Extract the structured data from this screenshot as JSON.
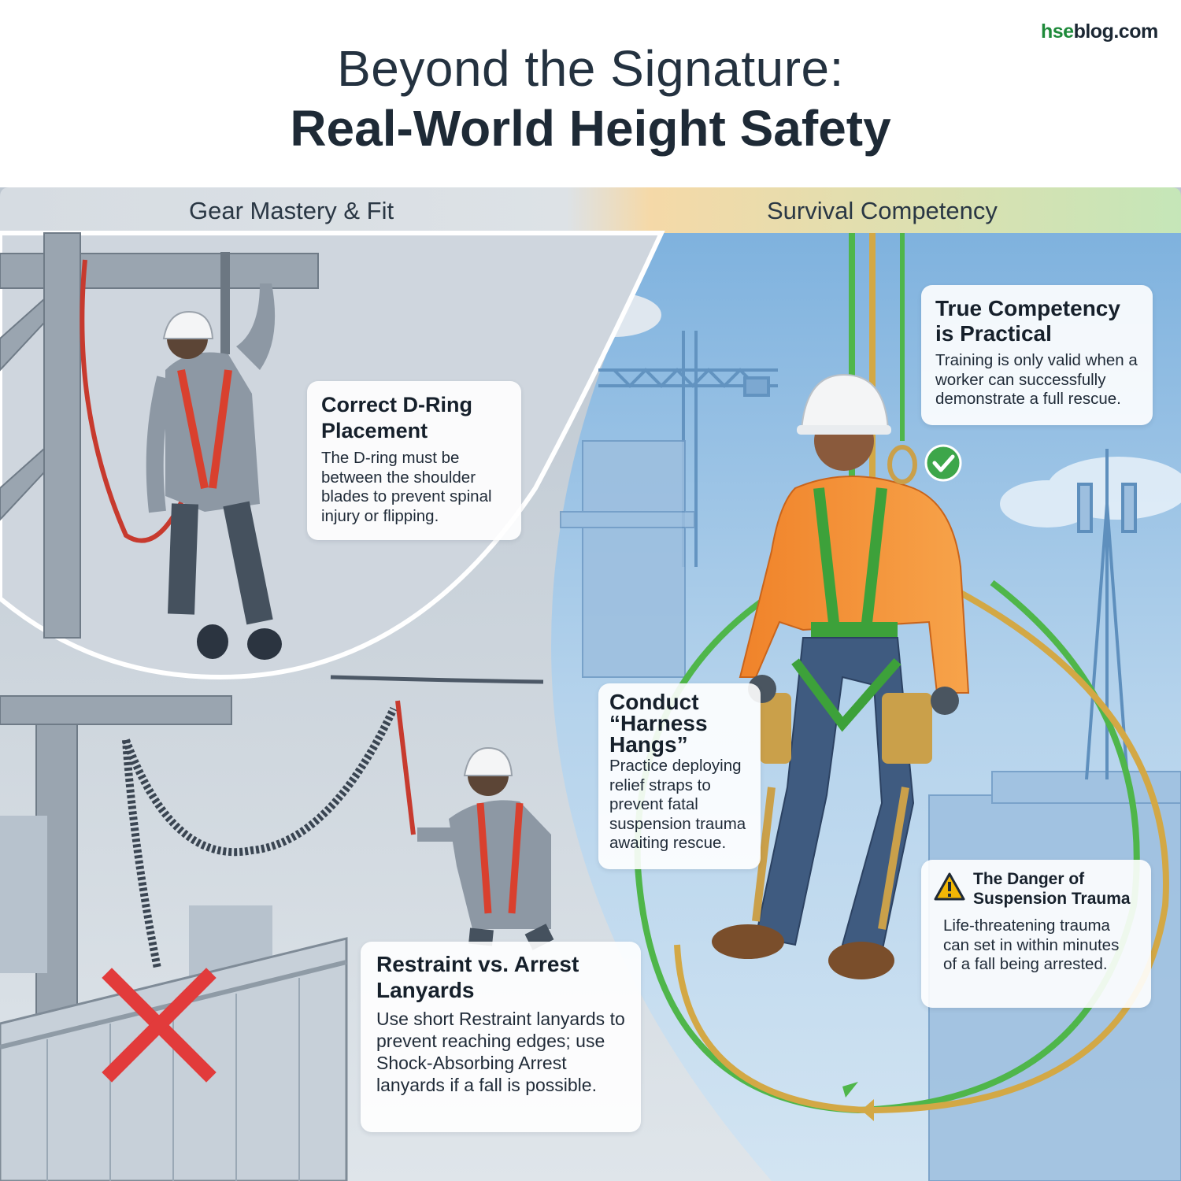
{
  "brand": {
    "part1": "hse",
    "part2": "blog.com"
  },
  "title": {
    "line1": "Beyond the Signature:",
    "line2": "Real-World Height Safety"
  },
  "sections": {
    "left": "Gear Mastery & Fit",
    "right": "Survival Competency"
  },
  "cards": {
    "dring": {
      "heading": "Correct D-Ring Placement",
      "body": "The D-ring must be between the shoulder blades to prevent spinal injury or flipping."
    },
    "competency": {
      "heading": "True Competency is Practical",
      "body": "Training is only valid when a worker can successfully demonstrate a full rescue."
    },
    "hangs": {
      "heading": "Conduct “Harness Hangs”",
      "body": "Practice deploying relief straps to prevent fatal suspension trauma awaiting rescue."
    },
    "restraint": {
      "heading": "Restraint vs. Arrest Lanyards",
      "body": "Use short Restraint lanyards to prevent reaching edges; use Shock-Absorbing Arrest lanyards if a fall is possible."
    },
    "trauma": {
      "heading": "The Danger of Suspension Trauma",
      "body": "Life-threatening trauma can set in within minutes of a fall being arrested."
    }
  },
  "icons": [
    "check-icon",
    "warning-icon",
    "cross-icon"
  ],
  "colors": {
    "green": "#2f9e44",
    "orange": "#f28a2e",
    "harness-red": "#d9402e",
    "rope-gold": "#c9a23e",
    "sky-blue": "#a9cbe8",
    "steel": "#8e9aa6"
  }
}
